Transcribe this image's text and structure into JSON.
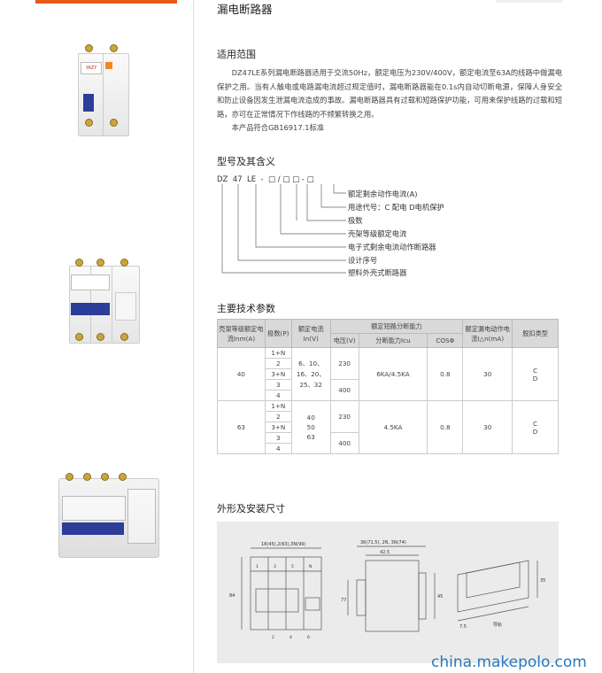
{
  "header": {
    "title": "漏电断路器"
  },
  "scope": {
    "heading": "适用范围",
    "paragraph1": "DZ47LE系列漏电断路器适用于交流50Hz，额定电压为230V/400V，额定电流至63A的线路中做漏电保护之用。当有人触电或电路漏电流超过规定值时，漏电断路器能在0.1s内自动切断电源，保障人身安全和防止设备因发生泄漏电流造成的事故。漏电断路器具有过载和短路保护功能，可用来保护线路的过载和短路，亦可在正常情况下作线路的不频繁转换之用。",
    "paragraph2": "本产品符合GB16917.1标准"
  },
  "model": {
    "heading": "型号及其含义",
    "code": [
      "DZ",
      "47",
      "LE",
      "-",
      "□",
      "/",
      "□",
      "□",
      "-",
      "□"
    ],
    "legend": [
      "额定剩余动作电流(A)",
      "用途代号：C 配电 D电机保护",
      "极数",
      "壳架等级额定电流",
      "电子式剩余电流动作断路器",
      "设计序号",
      "塑料外壳式断路器"
    ]
  },
  "specs": {
    "heading": "主要技术参数",
    "headers": {
      "frame": "壳架等级额定电流Inm(A)",
      "poles": "极数(P)",
      "rated_current": "额定电流In(V)",
      "breaking_group": "额定短路分断能力",
      "voltage": "电压(V)",
      "icu": "分断能力Icu",
      "cos": "COSΦ",
      "residual": "额定漏电动作电流I△n(mA)",
      "trip": "脱扣类型"
    },
    "rows": [
      {
        "frame": "40",
        "poles": [
          "1+N",
          "2",
          "3+N",
          "3",
          "4"
        ],
        "rated": "6、10、16、20、25、32",
        "voltages": [
          "230",
          "400"
        ],
        "icu": "6KA/4.5KA",
        "cos": "0.8",
        "residual": "30",
        "trip": [
          "C",
          "D"
        ]
      },
      {
        "frame": "63",
        "poles": [
          "1+N",
          "2",
          "3+N",
          "3",
          "4"
        ],
        "rated": [
          "40",
          "50",
          "63"
        ],
        "voltages": [
          "230",
          "400"
        ],
        "icu": "4.5KA",
        "cos": "0.8",
        "residual": "30",
        "trip": [
          "C",
          "D"
        ]
      }
    ]
  },
  "dimensions": {
    "heading": "外形及安装尺寸",
    "labels": {
      "top_width": "18(45),2(63),3N(99)",
      "side_width": "36(71.5), 2N, 3N(74)",
      "dim_425": "42.5",
      "dim_84": "84",
      "dim_77": "77",
      "dim_45": "45",
      "dim_35": "35",
      "dim_75": "7.5",
      "rail": "导轨",
      "n1": "1",
      "n2": "2",
      "n3": "3",
      "n4": "4",
      "n5": "5",
      "n6": "6",
      "nN": "N"
    }
  },
  "watermark": "china.makepolo.com",
  "colors": {
    "accent": "#e85a1a",
    "table_header": "#d9d9d9",
    "breaker_blue": "#2c3d9a"
  }
}
